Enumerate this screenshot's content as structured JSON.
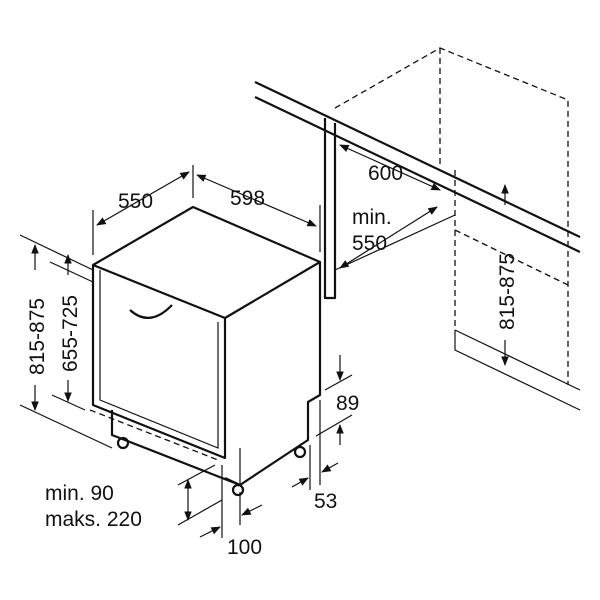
{
  "diagram": {
    "labels": {
      "depth": "550",
      "width": "598",
      "niche_width": "600",
      "niche_depth_min": "min.",
      "niche_depth_value": "550",
      "height_left": "815-875",
      "door_height": "655-725",
      "height_right": "815-875",
      "plinth_top": "89",
      "plinth_offset": "53",
      "plinth_min": "min. 90",
      "plinth_max": "maks. 220",
      "foot_offset": "100"
    },
    "colors": {
      "line": "#111111",
      "background": "#ffffff"
    }
  }
}
